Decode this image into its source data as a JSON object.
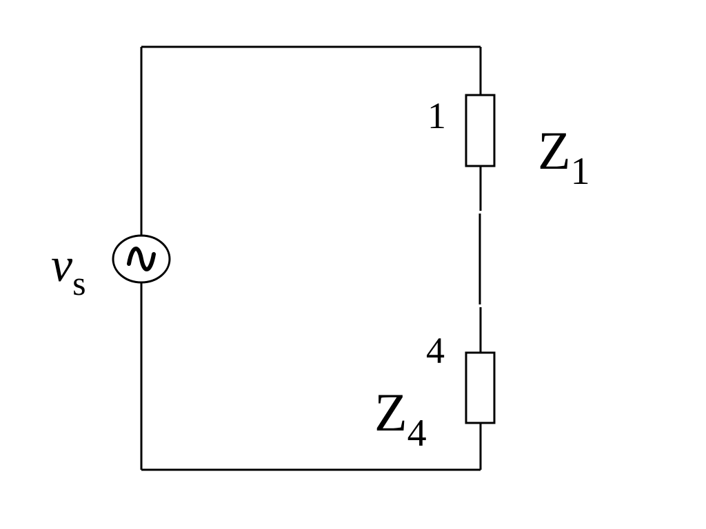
{
  "colors": {
    "stroke": "#000000",
    "background": "#ffffff"
  },
  "source": {
    "symbol": "v",
    "subscript": "s",
    "icon": "ac-source-icon"
  },
  "elements": [
    {
      "node_label": "1",
      "name_main": "Z",
      "name_sub": "1"
    },
    {
      "node_label": "4",
      "name_main": "Z",
      "name_sub": "4"
    }
  ]
}
